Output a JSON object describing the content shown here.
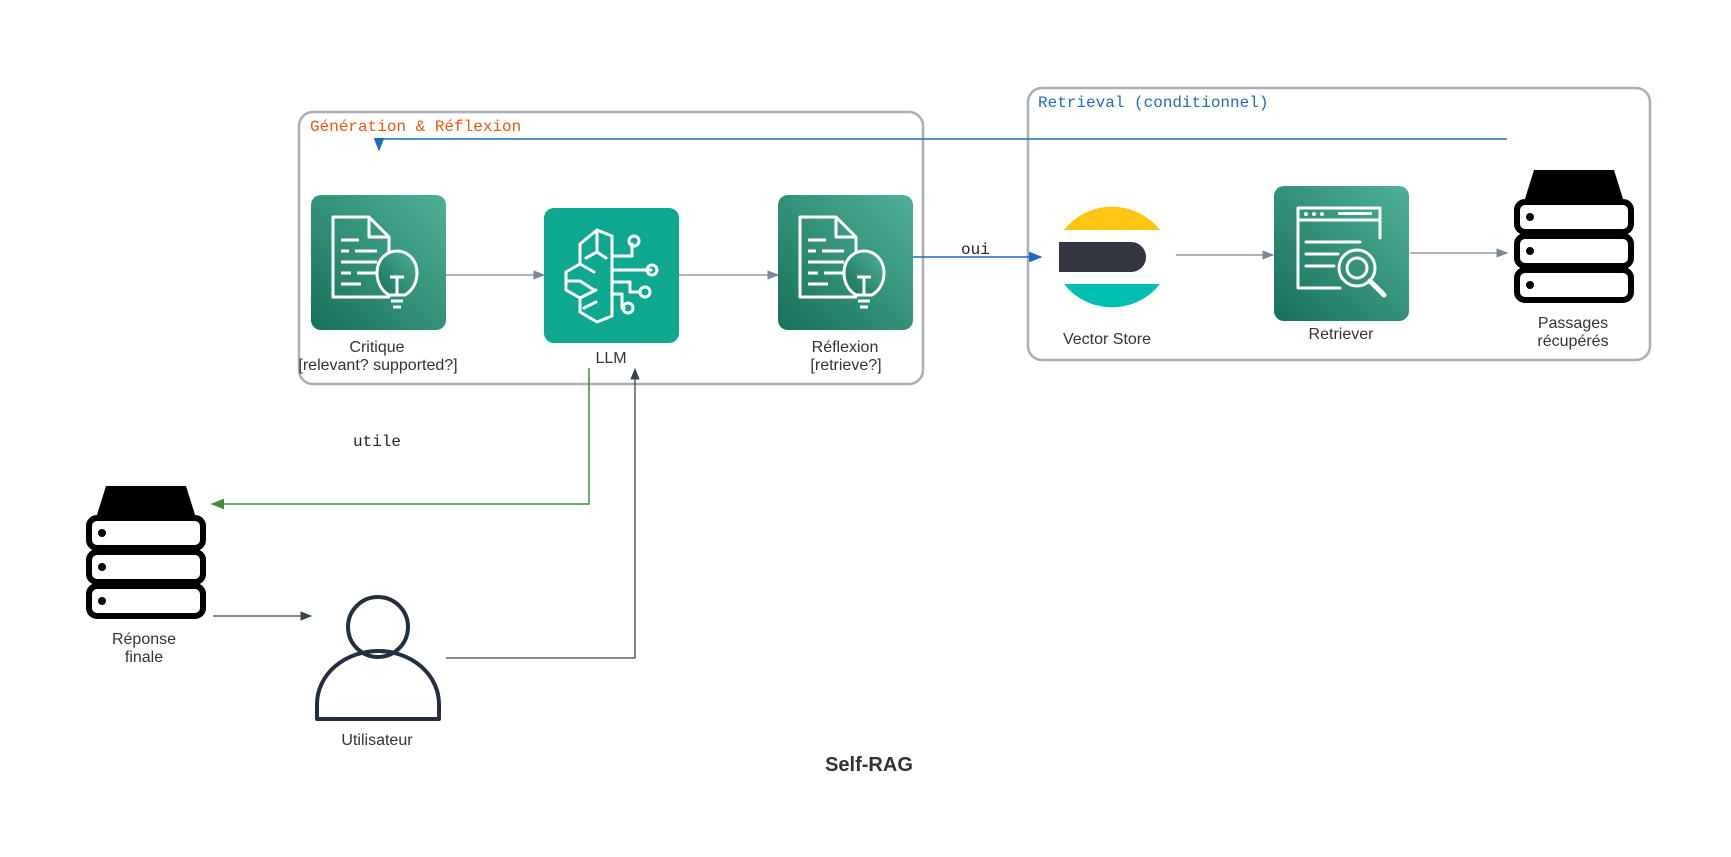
{
  "title": "Self-RAG",
  "clusters": {
    "generation": {
      "label": "Génération & Réflexion",
      "color": "#e8590c"
    },
    "retrieval": {
      "label": "Retrieval (conditionnel)",
      "color": "#1e6bbf"
    }
  },
  "nodes": {
    "critique": {
      "line1": "Critique",
      "line2": "[relevant? supported?]",
      "icon": "document-lightbulb-icon"
    },
    "llm": {
      "line1": "LLM",
      "icon": "brain-circuit-icon"
    },
    "reflexion": {
      "line1": "Réflexion",
      "line2": "[retrieve?]",
      "icon": "document-lightbulb-icon"
    },
    "vector_store": {
      "line1": "Vector Store",
      "icon": "elasticsearch-icon"
    },
    "retriever": {
      "line1": "Retriever",
      "icon": "browser-search-icon"
    },
    "passages": {
      "line1": "Passages",
      "line2": "récupérés",
      "icon": "server-stack-icon"
    },
    "reponse": {
      "line1": "Réponse",
      "line2": "finale",
      "icon": "server-stack-icon"
    },
    "utilisateur": {
      "line1": "Utilisateur",
      "icon": "user-icon"
    }
  },
  "edges": {
    "oui": "oui",
    "utile": "utile"
  },
  "colors": {
    "teal_dark": "#1e7a63",
    "teal_light": "#4aab93",
    "llm_teal": "#0da88f",
    "edge_gray": "#7d8793",
    "edge_blue": "#1e6bbf",
    "edge_green": "#3d8b3d",
    "edge_dark": "#3a4450",
    "cluster_border": "#a9afb6",
    "elastic_yellow": "#fec514",
    "elastic_dark": "#343741",
    "elastic_teal": "#00bfb3"
  }
}
